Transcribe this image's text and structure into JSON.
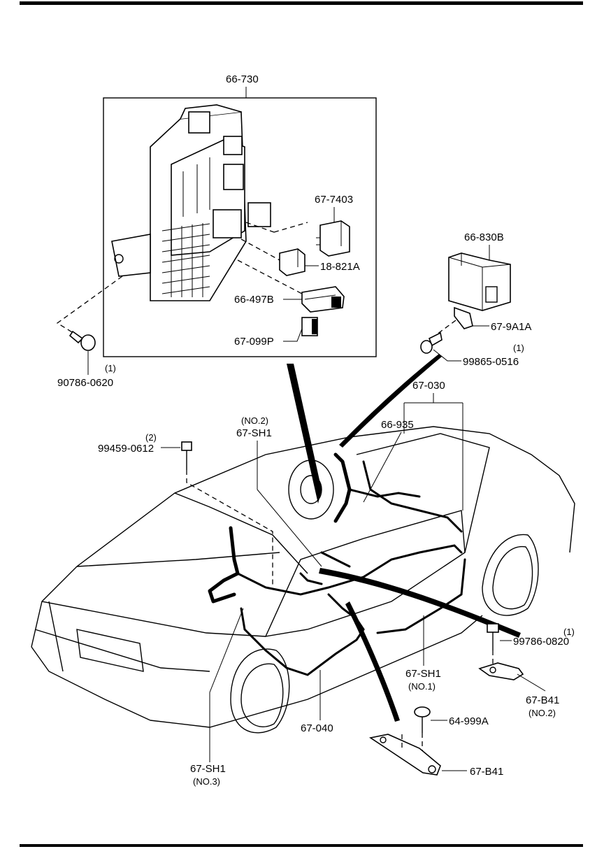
{
  "labels": {
    "fuse_box": "66-730",
    "relay_a": "67-7403",
    "relay_b": "18-821A",
    "fuse_c": "66-497B",
    "fuse_d": "67-099P",
    "screw_box": "90786-0620",
    "screw_box_qty": "(1)",
    "module": "66-830B",
    "module_bracket": "67-9A1A",
    "screw_module": "99865-0516",
    "screw_module_qty": "(1)",
    "harness_main": "67-030",
    "switch": "66-935",
    "bolt_rear": "99459-0612",
    "bolt_rear_qty": "(2)",
    "shield_no2": "67-SH1",
    "shield_no2_sub": "(NO.2)",
    "bolt_ground": "99786-0820",
    "bolt_ground_qty": "(1)",
    "shield_no1": "67-SH1",
    "shield_no1_sub": "(NO.1)",
    "ground_no2": "67-B41",
    "ground_no2_sub": "(NO.2)",
    "screw_ground": "64-999A",
    "harness_floor": "67-040",
    "shield_no3": "67-SH1",
    "shield_no3_sub": "(NO.3)",
    "ground": "67-B41"
  }
}
